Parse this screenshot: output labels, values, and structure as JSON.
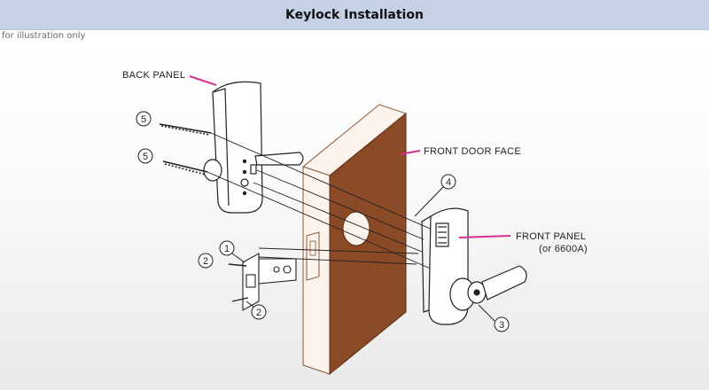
{
  "header": {
    "title": "Keylock Installation"
  },
  "note": "for illustration only",
  "diagram": {
    "labels": {
      "back_panel": "BACK PANEL",
      "front_door_face": "FRONT DOOR FACE",
      "front_panel_line1": "FRONT PANEL",
      "front_panel_line2": "(or 6600A)"
    },
    "callouts": {
      "c1": "1",
      "c2a": "2",
      "c2b": "2",
      "c3": "3",
      "c4": "4",
      "c5a": "5",
      "c5b": "5"
    },
    "colors": {
      "header_bg": "#c5d1e6",
      "door_face": "#8b4a26",
      "door_edge": "#fbf3ec",
      "leader_accent": "#d4308e"
    }
  }
}
